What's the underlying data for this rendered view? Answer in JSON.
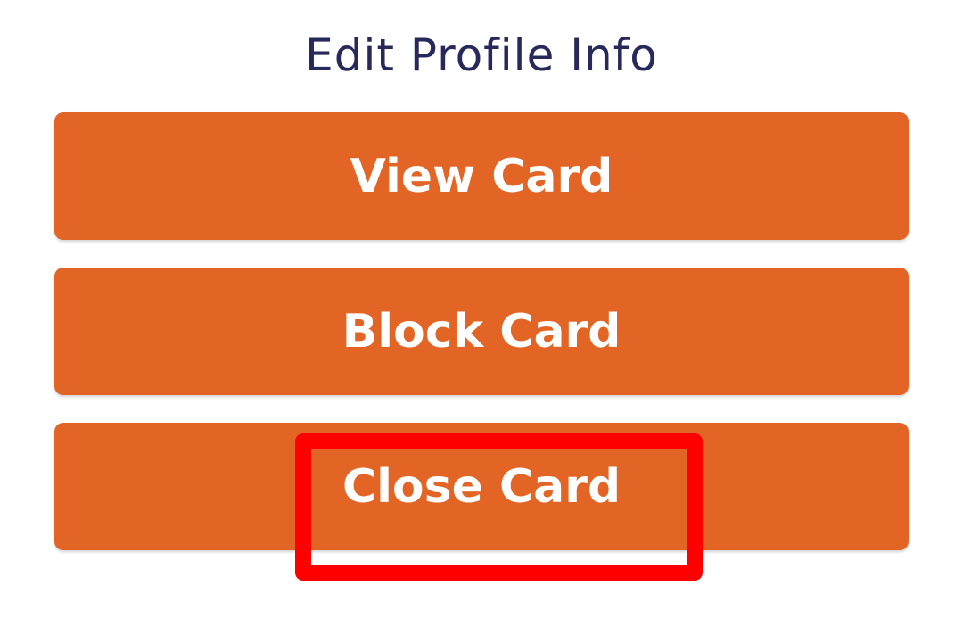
{
  "header": {
    "title": "Edit Profile Info"
  },
  "actions": {
    "view_card": "View Card",
    "block_card": "Block Card",
    "close_card": "Close Card"
  },
  "colors": {
    "button_bg": "#e26526",
    "button_text": "#ffffff",
    "title_text": "#26295a",
    "highlight": "#fe0000"
  }
}
